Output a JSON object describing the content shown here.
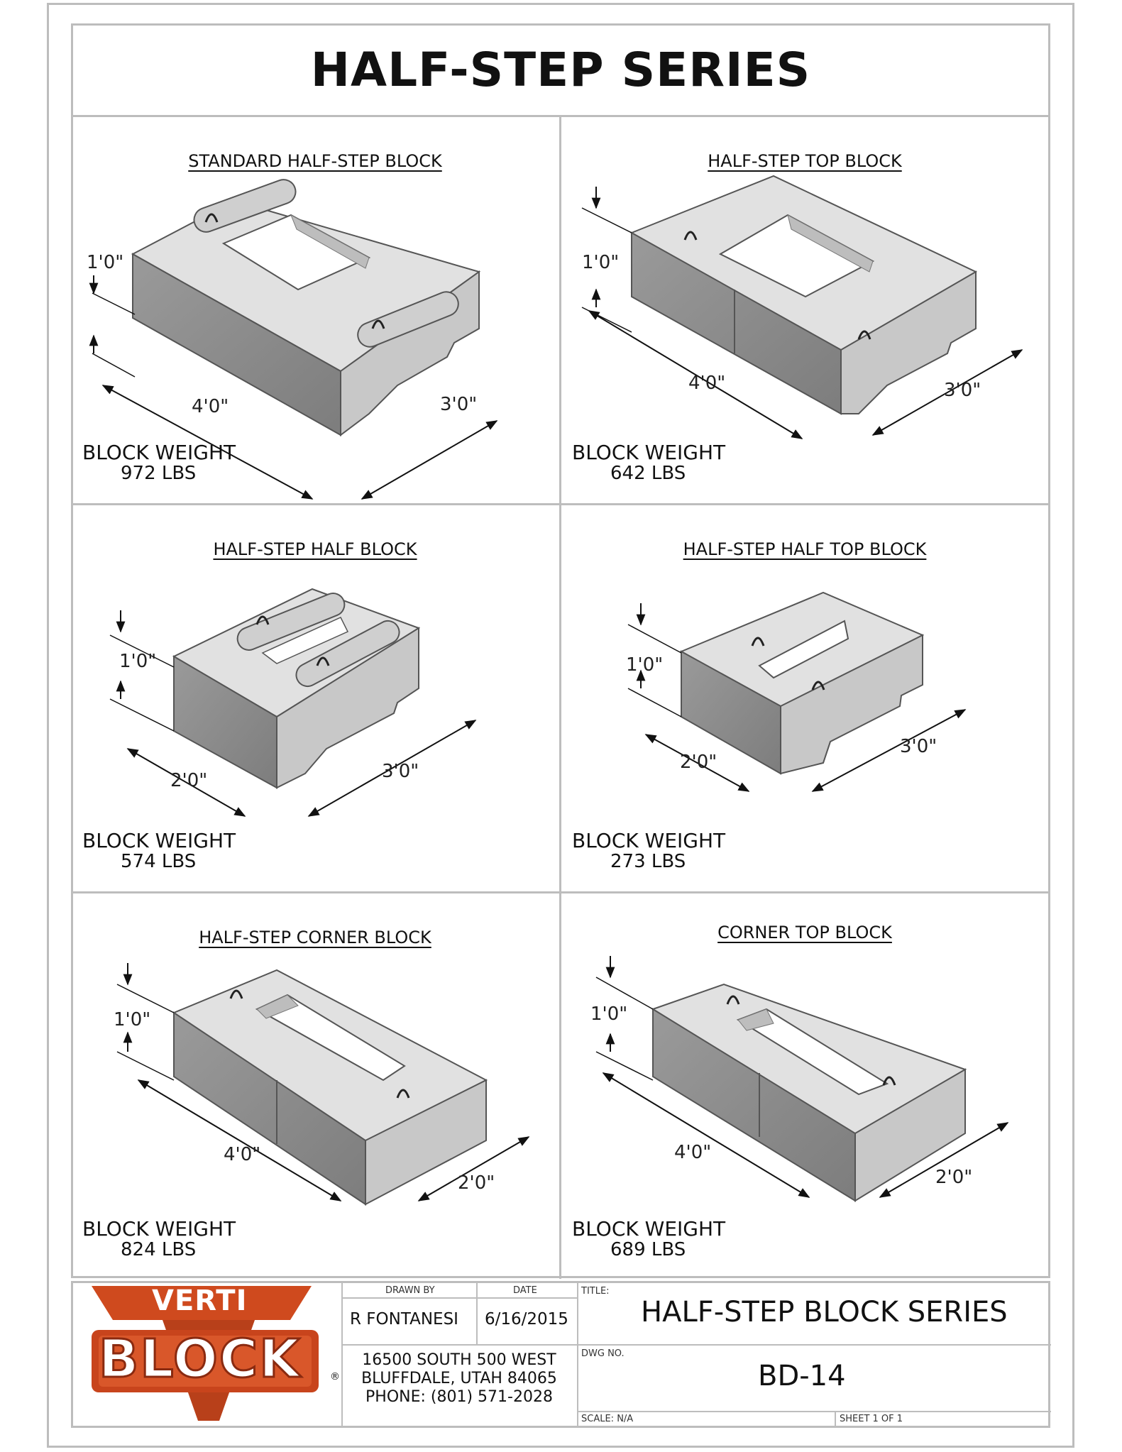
{
  "sheet_title": "HALF-STEP SERIES",
  "blocks": [
    {
      "title": "STANDARD HALF-STEP BLOCK",
      "height_dim": "1'0\"",
      "length_dim": "4'0\"",
      "width_dim": "3'0\"",
      "weight_label": "BLOCK WEIGHT",
      "weight": "972 LBS"
    },
    {
      "title": "HALF-STEP TOP BLOCK",
      "height_dim": "1'0\"",
      "length_dim": "4'0\"",
      "width_dim": "3'0\"",
      "weight_label": "BLOCK WEIGHT",
      "weight": "642 LBS"
    },
    {
      "title": "HALF-STEP HALF BLOCK",
      "height_dim": "1'0\"",
      "length_dim": "2'0\"",
      "width_dim": "3'0\"",
      "weight_label": "BLOCK WEIGHT",
      "weight": "574 LBS"
    },
    {
      "title": "HALF-STEP HALF TOP BLOCK",
      "height_dim": "1'0\"",
      "length_dim": "2'0\"",
      "width_dim": "3'0\"",
      "weight_label": "BLOCK WEIGHT",
      "weight": "273 LBS"
    },
    {
      "title": "HALF-STEP CORNER BLOCK",
      "height_dim": "1'0\"",
      "length_dim": "4'0\"",
      "width_dim": "2'0\"",
      "weight_label": "BLOCK WEIGHT",
      "weight": "824 LBS"
    },
    {
      "title": "CORNER TOP BLOCK",
      "height_dim": "1'0\"",
      "length_dim": "4'0\"",
      "width_dim": "2'0\"",
      "weight_label": "BLOCK WEIGHT",
      "weight": "689 LBS"
    }
  ],
  "title_block": {
    "logo_top": "VERTI",
    "logo_main": "BLOCK",
    "logo_registered": "®",
    "drawn_by_label": "DRAWN BY",
    "drawn_by": "R FONTANESI",
    "date_label": "DATE",
    "date": "6/16/2015",
    "title_label": "TITLE:",
    "title": "HALF-STEP BLOCK SERIES",
    "address_line1": "16500 SOUTH 500 WEST",
    "address_line2": "BLUFFDALE, UTAH 84065",
    "phone": "PHONE: (801) 571-2028",
    "dwg_label": "DWG NO.",
    "dwg_no": "BD-14",
    "scale": "SCALE: N/A",
    "sheet": "SHEET 1 OF 1"
  },
  "colors": {
    "frame": "#bdbdbd",
    "block_face": "#8a8a8a",
    "block_top": "#e1e1e1",
    "block_side": "#c8c8c8",
    "logo_red": "#c8441c"
  }
}
